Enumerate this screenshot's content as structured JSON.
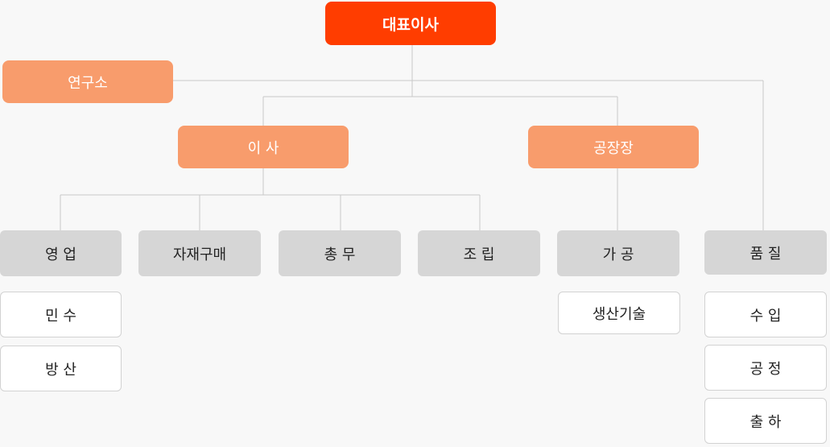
{
  "colors": {
    "ceo": "#ff3d00",
    "executive": "#f89c6c",
    "department": "#d6d6d6",
    "team": "#ffffff",
    "connector": "#c8c8c8"
  },
  "org": {
    "ceo": "대표이사",
    "research": "연구소",
    "director": "이 사",
    "plant_manager": "공장장",
    "sales": "영 업",
    "materials": "자재구매",
    "general_affairs": "총 무",
    "assembly": "조 립",
    "processing": "가 공",
    "quality": "품 질",
    "sales_civil": "민 수",
    "sales_defense": "방 산",
    "production_tech": "생산기술",
    "quality_incoming": "수 입",
    "quality_process": "공 정",
    "quality_shipping": "출 하"
  }
}
